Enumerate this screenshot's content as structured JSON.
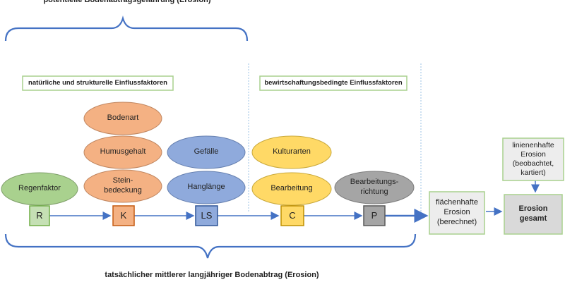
{
  "top_caption": "potentielle Bodenabtragsgefährung (Erosion)",
  "bottom_caption": "tatsächlicher mittlerer langjähriger Bodenabtrag (Erosion)",
  "section_natural": "natürliche und strukturelle Einflussfaktoren",
  "section_management": "bewirtschaftungsbedingte Einflussfaktoren",
  "factors": {
    "regenfaktor": "Regenfaktor",
    "bodenart": "Bodenart",
    "humusgehalt": "Humusgehalt",
    "steinbedeckung": "Stein-\nbedeckung",
    "gefaelle": "Gefälle",
    "hanglaenge": "Hanglänge",
    "kulturarten": "Kulturarten",
    "bearbeitung": "Bearbeitung",
    "bearbeitungsrichtung": "Bearbeitungs-\nrichtung"
  },
  "letters": {
    "r": "R",
    "k": "K",
    "ls": "LS",
    "c": "C",
    "p": "P"
  },
  "results": {
    "flaechenhaft": "flächenhafte\nErosion\n(berechnet)",
    "linienhaft": "linienenhafte\nErosion\n(beobachtet,\nkartiert)",
    "gesamt": "Erosion\ngesamt"
  },
  "colors": {
    "green": "#a9d18e",
    "orange": "#f4b183",
    "blue": "#8faadc",
    "yellow": "#ffd966",
    "gray": "#a5a5a5",
    "bracket": "#4472c4",
    "arrow": "#4472c4"
  }
}
